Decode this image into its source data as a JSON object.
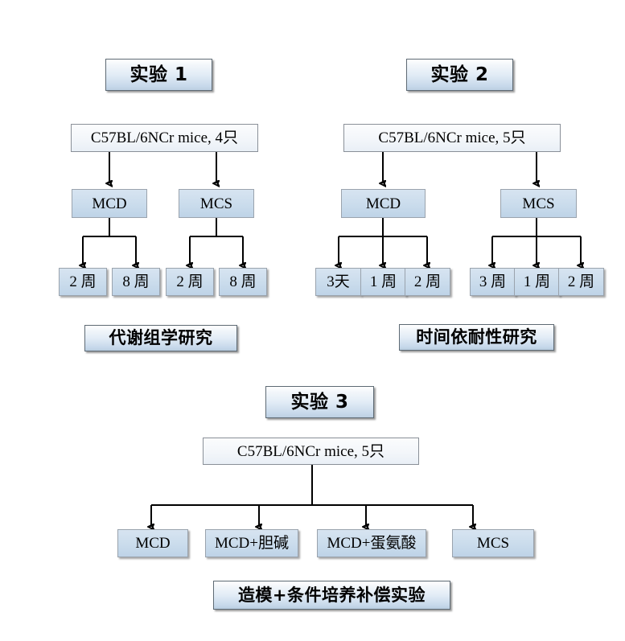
{
  "diagram": {
    "title_font_note": "",
    "colors": {
      "banner_fill": "#dbe8f4",
      "banner_border": "#5e6a74",
      "group_fill": "#cadcec",
      "root_fill": "#f3f6fa",
      "line": "#000000",
      "text": "#000000"
    }
  },
  "experiment1": {
    "banner": "实验 1",
    "root": "C57BL/6NCr mice, 4只",
    "groups": [
      {
        "label": "MCD",
        "leaves": [
          "2 周",
          "8 周"
        ]
      },
      {
        "label": "MCS",
        "leaves": [
          "2 周",
          "8 周"
        ]
      }
    ],
    "caption": "代谢组学研究"
  },
  "experiment2": {
    "banner": "实验 2",
    "root": "C57BL/6NCr mice, 5只",
    "groups": [
      {
        "label": "MCD",
        "leaves": [
          "3天",
          "1 周",
          "2 周"
        ]
      },
      {
        "label": "MCS",
        "leaves": [
          "3 周",
          "1 周",
          "2 周"
        ]
      }
    ],
    "caption": "时间依耐性研究"
  },
  "experiment3": {
    "banner": "实验 3",
    "root": "C57BL/6NCr mice, 5只",
    "groups": [
      {
        "label": "MCD"
      },
      {
        "label": "MCD+胆碱"
      },
      {
        "label": "MCD+蛋氨酸"
      },
      {
        "label": "MCS"
      }
    ],
    "caption": "造模+条件培养补偿实验"
  }
}
